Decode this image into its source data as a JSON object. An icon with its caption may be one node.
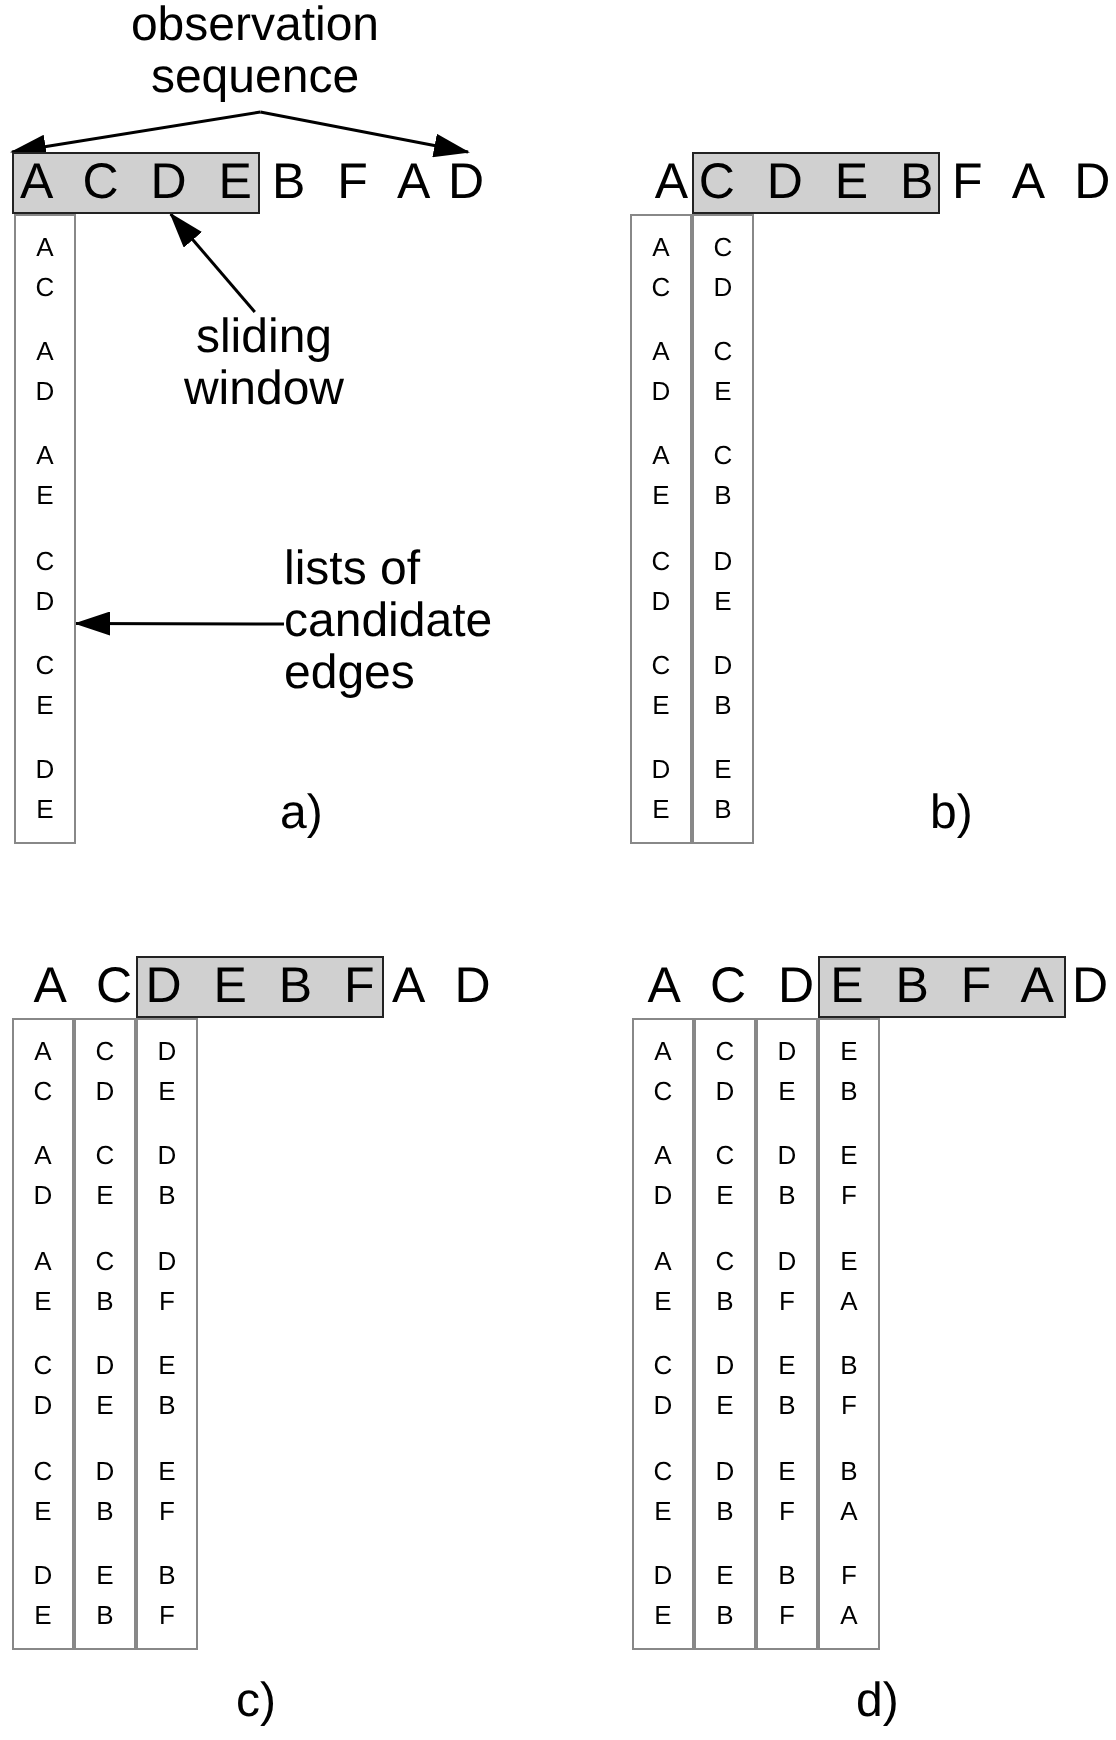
{
  "diagram": {
    "nodes": [
      {
        "text": [
          "observation sequence"
        ]
      },
      {
        "text": [
          "A C D E"
        ]
      },
      {
        "text": [
          "D"
        ]
      },
      {
        "text": [
          "sliding window"
        ]
      },
      {
        "text": [
          "lists of candidate edges"
        ]
      },
      {
        "text": [
          "A C",
          "A D",
          "A E",
          "C D",
          "C E",
          "D E"
        ]
      },
      {
        "text": [
          "C D E B"
        ]
      },
      {
        "text": [
          "A C",
          "A D",
          "A E",
          "C D",
          "C E",
          "D E"
        ]
      },
      {
        "text": [
          "C D",
          "C E",
          "C B",
          "D E",
          "D B",
          "E B"
        ]
      },
      {
        "text": [
          "D E B F"
        ]
      },
      {
        "text": [
          "A C",
          "A D",
          "A E",
          "C D",
          "C E",
          "D E"
        ]
      },
      {
        "text": [
          "C D",
          "C E",
          "C B",
          "D E",
          "D B",
          "E B"
        ]
      },
      {
        "text": [
          "D E",
          "D B",
          "D F",
          "E B",
          "E F",
          "B F"
        ]
      },
      {
        "text": [
          "E B F A"
        ]
      },
      {
        "text": [
          "A C",
          "A D",
          "A E",
          "C D",
          "C E",
          "D E"
        ]
      },
      {
        "text": [
          "C D",
          "C E",
          "C B",
          "D E",
          "D B",
          "E B"
        ]
      },
      {
        "text": [
          "D E",
          "D B",
          "D F",
          "E B",
          "E F",
          "B F"
        ]
      },
      {
        "text": [
          "E B",
          "E F",
          "E A",
          "B F",
          "B A",
          "F A"
        ]
      }
    ],
    "edges": [
      {
        "from": 0,
        "to": 1,
        "arrow": "to"
      },
      {
        "from": 0,
        "to": 2,
        "arrow": "to"
      },
      {
        "from": 3,
        "to": 1,
        "arrow": "to"
      },
      {
        "from": 4,
        "to": 5,
        "arrow": "to"
      }
    ],
    "labels": [
      "B F A",
      "A",
      "F A D",
      "a)",
      "b)",
      "A C",
      "A D",
      "A C D",
      "D",
      "c)",
      "d)"
    ]
  }
}
